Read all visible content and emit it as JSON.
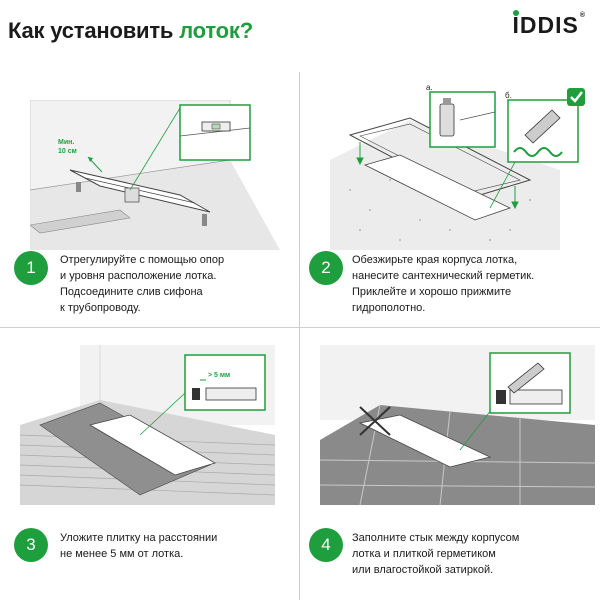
{
  "header": {
    "title_main": "Как установить ",
    "title_accent": "лоток?",
    "logo_first": "I",
    "logo_rest": "DDIS",
    "logo_reg": "®"
  },
  "colors": {
    "accent": "#1f9e3e",
    "text": "#1a1a1a",
    "divider": "#cfcfcf"
  },
  "steps": [
    {
      "number": "1",
      "lines": [
        "Отрегулируйте с помощью опор",
        "и уровня расположение лотка.",
        "Подсоедините слив сифона",
        "к трубопроводу."
      ],
      "annotation_lines": [
        "Мин.",
        "10 см"
      ]
    },
    {
      "number": "2",
      "lines": [
        "Обезжирьте края корпуса лотка,",
        "нанесите сантехнический герметик.",
        "Приклейте и хорошо прижмите",
        "гидрополотно."
      ],
      "label_a": "а.",
      "label_b": "б."
    },
    {
      "number": "3",
      "lines": [
        "Уложите плитку на расстоянии",
        "не менее 5 мм от лотка."
      ],
      "annotation": "> 5 мм"
    },
    {
      "number": "4",
      "lines": [
        "Заполните стык между корпусом",
        "лотка и плиткой герметиком",
        "или влагостойкой затиркой."
      ]
    }
  ],
  "icons": [
    "checkmark-icon",
    "level-icon",
    "sealant-bottle-icon",
    "sealant-gun-icon",
    "spatula-icon"
  ]
}
